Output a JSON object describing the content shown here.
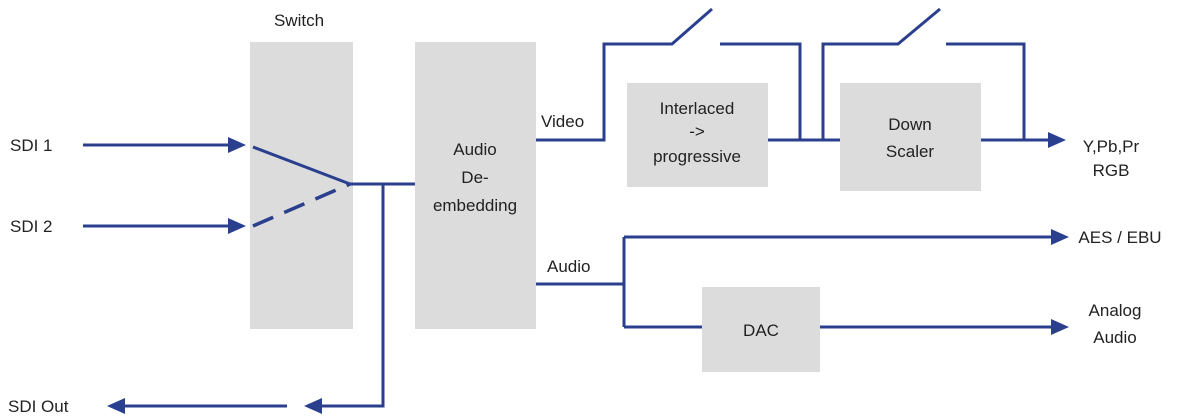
{
  "colors": {
    "line": "#2b3f8f",
    "block": "#dcdcdc",
    "text": "#222222"
  },
  "labels": {
    "switch": "Switch",
    "sdi1": "SDI 1",
    "sdi2": "SDI 2",
    "sdi_out": "SDI Out",
    "video": "Video",
    "audio": "Audio",
    "out_video_1": "Y,Pb,Pr",
    "out_video_2": "RGB",
    "out_aes": "AES / EBU",
    "out_analog_1": "Analog",
    "out_analog_2": "Audio"
  },
  "blocks": {
    "demux": [
      "Audio",
      "De-",
      "embedding"
    ],
    "deinterlace": [
      "Interlaced",
      "->",
      "progressive"
    ],
    "scaler": [
      "Down",
      "Scaler"
    ],
    "dac": [
      "DAC"
    ]
  }
}
